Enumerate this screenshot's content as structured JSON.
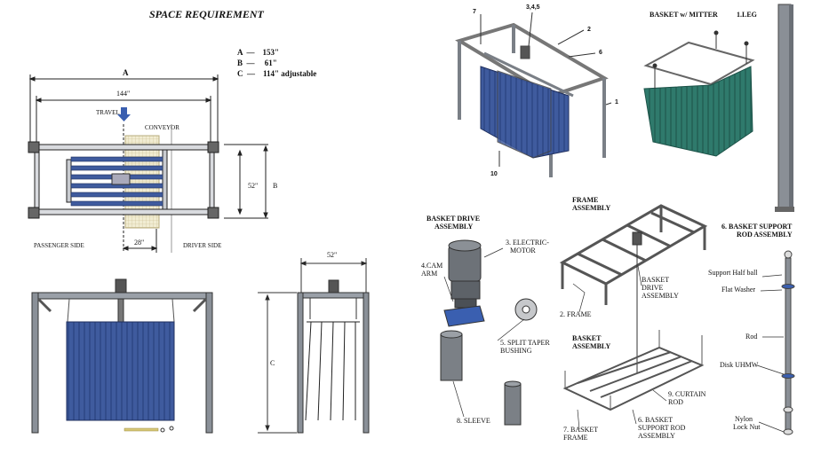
{
  "title": "SPACE REQUIREMENT",
  "dims": [
    {
      "letter": "A",
      "value": "153\""
    },
    {
      "letter": "B",
      "value": "61\""
    },
    {
      "letter": "C",
      "value": "114\" adjustable"
    }
  ],
  "plan": {
    "a": "A",
    "w144": "144\"",
    "travel": "TRAVEL",
    "conveyor": "CONVEYOR",
    "h52": "52\"",
    "b": "B",
    "w28": "28\"",
    "passenger": "PASSENGER SIDE",
    "driver": "DRIVER SIDE"
  },
  "elev": {
    "w52": "52\"",
    "c": "C"
  },
  "iso": {
    "n7": "7",
    "n345": "3,4,5",
    "n2": "2",
    "n6": "6",
    "n1": "1",
    "n10": "10"
  },
  "basket_mitter": "BASKET w/ MITTER",
  "leg": "1.LEG",
  "drive": {
    "title1": "BASKET DRIVE",
    "title2": "ASSEMBLY",
    "motor1": "3. ELECTRIC-",
    "motor2": "MOTOR",
    "cam1": "4.CAM",
    "cam2": "ARM",
    "bush1": "5. SPLIT TAPER",
    "bush2": "BUSHING",
    "sleeve": "8. SLEEVE"
  },
  "frame": {
    "title1": "FRAME",
    "title2": "ASSEMBLY",
    "label": "2. FRAME",
    "bd1": "BASKET",
    "bd2": "DRIVE",
    "bd3": "ASSEMBLY"
  },
  "basket": {
    "title1": "BASKET",
    "title2": "ASSEMBLY",
    "cr1": "9. CURTAIN",
    "cr2": "ROD",
    "bs1": "6. BASKET",
    "bs2": "SUPPORT ROD",
    "bs3": "ASSEMBLY",
    "bf1": "7. BASKET",
    "bf2": "FRAME"
  },
  "rod": {
    "title1": "6. BASKET SUPPORT",
    "title2": "ROD ASSEMBLY",
    "halfball": "Support Half ball",
    "washer": "Flat Washer",
    "rod": "Rod",
    "disk": "Disk UHMW",
    "nut1": "Nylon",
    "nut2": "Lock Nut"
  },
  "colors": {
    "curtain_blue": "#3f5b9e",
    "curtain_green": "#2f7a6c",
    "frame_gray": "#7a7f86",
    "arrow_blue": "#3a5fb0"
  }
}
